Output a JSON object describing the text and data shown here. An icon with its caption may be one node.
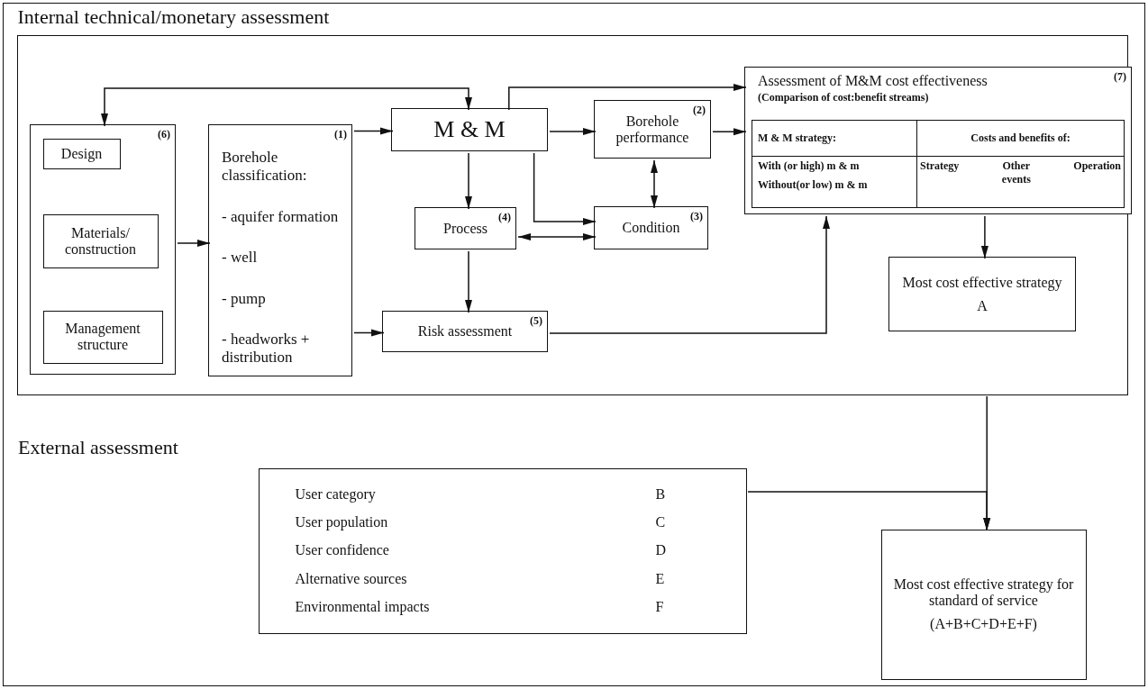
{
  "diagram": {
    "nodes": [
      {
        "text": [
          "Internal technical/monetary assessment"
        ]
      },
      {
        "text": [
          "(6)"
        ],
        "in": 0
      },
      {
        "text": [
          "Design"
        ],
        "in": 1
      },
      {
        "text": [
          "Materials/ construction"
        ],
        "in": 1
      },
      {
        "text": [
          "Management structure"
        ],
        "in": 1
      },
      {
        "text": [
          "Borehole classification:",
          "(1)",
          "- aquifer formation",
          "- well",
          "- pump",
          "- headworks + distribution"
        ],
        "in": 0
      },
      {
        "text": [
          "M & M"
        ],
        "in": 0
      },
      {
        "text": [
          "Borehole performance",
          "(2)"
        ],
        "in": 0
      },
      {
        "text": [
          "Process",
          "(4)"
        ],
        "in": 0
      },
      {
        "text": [
          "Condition",
          "(3)"
        ],
        "in": 0
      },
      {
        "text": [
          "Risk assessment",
          "(5)"
        ],
        "in": 0
      },
      {
        "text": [
          "Assessment of M&M cost effectiveness",
          "(Comparison of cost:benefit streams)",
          "(7)",
          "M & M strategy:",
          "Costs and benefits of:",
          "With (or high) m & m",
          "Without(or low) m & m",
          "Strategy",
          "Other events",
          "Operation"
        ],
        "in": 0
      },
      {
        "text": [
          "Most cost effective strategy",
          "A"
        ],
        "in": 0
      },
      {
        "text": [
          "User category",
          "B",
          "User population",
          "C",
          "User confidence",
          "D",
          "Alternative sources",
          "E",
          "Environmental impacts",
          "F"
        ]
      },
      {
        "text": [
          "Most cost effective strategy for standard of service",
          "(A+B+C+D+E+F)"
        ]
      }
    ],
    "edges": [
      {
        "from": 1,
        "to": 6,
        "arrow": "both"
      },
      {
        "from": 1,
        "to": 5,
        "arrow": "to"
      },
      {
        "from": 5,
        "to": 6,
        "arrow": "to"
      },
      {
        "from": 5,
        "to": 10,
        "arrow": "to"
      },
      {
        "from": 6,
        "to": 7,
        "arrow": "to"
      },
      {
        "from": 6,
        "to": 11,
        "arrow": "to"
      },
      {
        "from": 7,
        "to": 11,
        "arrow": "to"
      },
      {
        "from": 6,
        "to": 8,
        "arrow": "to"
      },
      {
        "from": 6,
        "to": 9,
        "arrow": "to"
      },
      {
        "from": 7,
        "to": 9,
        "arrow": "both"
      },
      {
        "from": 8,
        "to": 9,
        "arrow": "both"
      },
      {
        "from": 8,
        "to": 10,
        "arrow": "to"
      },
      {
        "from": 10,
        "to": 11,
        "arrow": "to"
      },
      {
        "from": 11,
        "to": 12,
        "arrow": "to"
      },
      {
        "from": 0,
        "to": 14,
        "arrow": "to"
      },
      {
        "from": 13,
        "to": 14,
        "arrow": "to"
      }
    ],
    "labels": [
      "External assessment"
    ]
  }
}
